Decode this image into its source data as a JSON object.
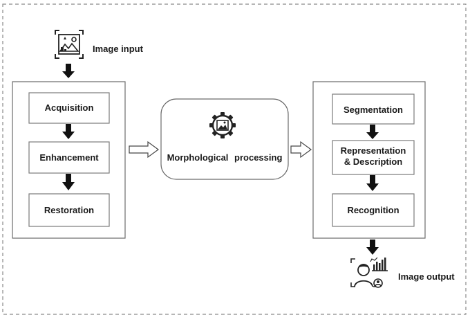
{
  "diagram": {
    "input_label": "Image input",
    "output_label": "Image output",
    "preprocessing_steps": [
      "Acquisition",
      "Enhancement",
      "Restoration"
    ],
    "middle_label": "Morphological processing",
    "analysis_steps": [
      "Segmentation",
      "Representation\n& Description",
      "Recognition"
    ],
    "icons": {
      "input": "image-input-icon",
      "middle": "gear-image-icon",
      "output": "face-recognition-icon"
    },
    "colors": {
      "stroke": "#555555",
      "box_stroke": "#7a7a7a",
      "arrow_fill": "#111111",
      "text": "#1a1a1a"
    }
  }
}
